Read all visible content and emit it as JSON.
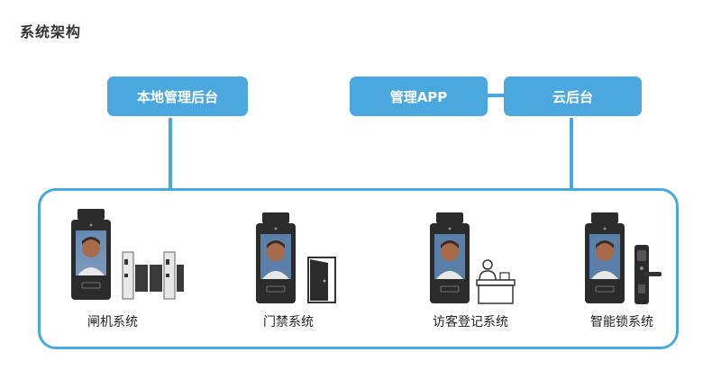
{
  "title": "系统架构",
  "boxes": {
    "local": "本地管理后台",
    "app": "管理APP",
    "cloud": "云后台"
  },
  "devices": [
    {
      "label": "闸机系统",
      "icon": "turnstile-icon"
    },
    {
      "label": "门禁系统",
      "icon": "door-icon"
    },
    {
      "label": "访客登记系统",
      "icon": "reception-desk-icon"
    },
    {
      "label": "智能锁系统",
      "icon": "smart-lock-icon"
    }
  ],
  "colors": {
    "accent": "#4aa8df",
    "terminal_body": "#2b2b2b",
    "text": "#222222"
  }
}
